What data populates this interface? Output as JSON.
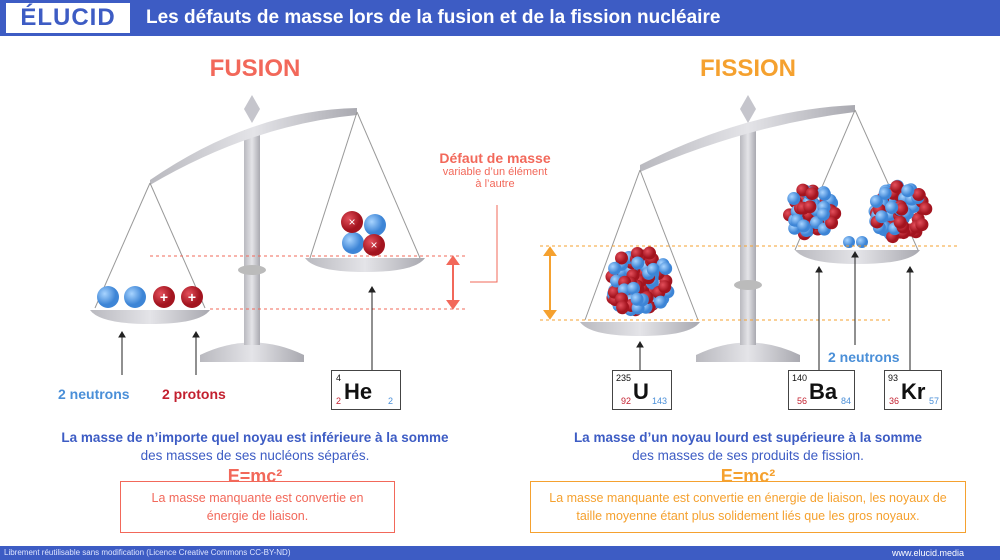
{
  "header": {
    "logo": "ÉLUCID",
    "title": "Les défauts de masse lors de la fusion et de la fission nucléaire"
  },
  "fusion": {
    "title": "FUSION",
    "neutrons_label": "2 neutrons",
    "protons_label": "2 protons",
    "element": {
      "mass": "4",
      "symbol": "He",
      "protons": "2",
      "neutrons": "2"
    },
    "text_bold": "La masse de n’importe quel noyau est inférieure à la somme",
    "text": "des masses de ses nucléons séparés.",
    "formula": "E=mc²",
    "box": "La masse manquante est convertie en énergie de liaison."
  },
  "defect": {
    "title": "Défaut de masse",
    "subtitle1": "variable d’un élément",
    "subtitle2": "à l’autre"
  },
  "fission": {
    "title": "FISSION",
    "neutrons_label": "2 neutrons",
    "elements": [
      {
        "mass": "235",
        "symbol": "U",
        "protons": "92",
        "neutrons": "143"
      },
      {
        "mass": "140",
        "symbol": "Ba",
        "protons": "56",
        "neutrons": "84"
      },
      {
        "mass": "93",
        "symbol": "Kr",
        "protons": "36",
        "neutrons": "57"
      }
    ],
    "text_bold": "La masse d’un noyau lourd est supérieure à la somme",
    "text": "des masses de ses produits de fission.",
    "formula": "E=mc²",
    "box": "La masse manquante est convertie en énergie de liaison, les noyaux de taille moyenne étant plus solidement liés que les gros noyaux."
  },
  "footer": {
    "license": "Librement réutilisable sans modification (Licence Creative Commons CC-BY-ND)",
    "url": "www.elucid.media"
  },
  "colors": {
    "brand": "#3d5cc4",
    "fusion": "#f2685a",
    "fission": "#f5a12f",
    "proton": "#c3202f",
    "neutron": "#4a8fd8"
  }
}
